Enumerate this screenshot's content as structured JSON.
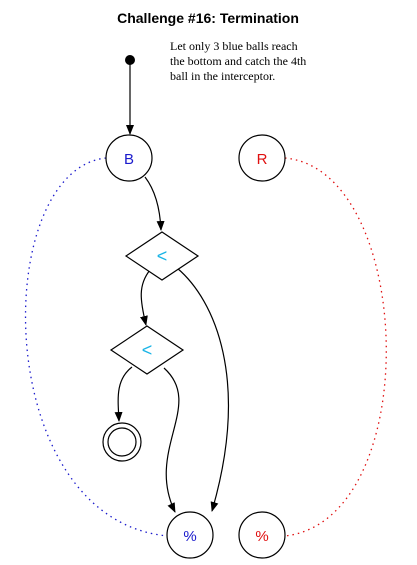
{
  "title": "Challenge #16: Termination",
  "note": {
    "lines": [
      "Let only 3 blue balls reach",
      "the bottom and catch the 4th",
      "ball in the interceptor."
    ]
  },
  "nodes": {
    "start": {
      "shape": "dot"
    },
    "blue_source": {
      "label": "B",
      "shape": "circle",
      "color": "#1a1acc"
    },
    "red_source": {
      "label": "R",
      "shape": "circle",
      "color": "#e01010"
    },
    "comparator_1": {
      "label": "<",
      "shape": "diamond",
      "color": "#19b4e6"
    },
    "comparator_2": {
      "label": "<",
      "shape": "diamond",
      "color": "#19b4e6"
    },
    "interceptor": {
      "shape": "double-circle"
    },
    "blue_sink": {
      "label": "%",
      "shape": "circle",
      "color": "#1a1acc"
    },
    "red_sink": {
      "label": "%",
      "shape": "circle",
      "color": "#e01010"
    }
  },
  "edges": [
    {
      "from": "start",
      "to": "blue_source",
      "style": "solid-arrow"
    },
    {
      "from": "blue_source",
      "to": "comparator_1",
      "style": "solid-arrow"
    },
    {
      "from": "comparator_1",
      "to": "comparator_2",
      "style": "solid-arrow"
    },
    {
      "from": "comparator_1",
      "to": "blue_sink",
      "style": "solid-arrow"
    },
    {
      "from": "comparator_2",
      "to": "interceptor",
      "style": "solid-arrow"
    },
    {
      "from": "comparator_2",
      "to": "blue_sink",
      "style": "solid-arrow"
    },
    {
      "from": "blue_source",
      "to": "blue_sink",
      "style": "dotted",
      "color": "#1a1acc"
    },
    {
      "from": "red_source",
      "to": "red_sink",
      "style": "dotted",
      "color": "#e01010"
    }
  ],
  "colors": {
    "line": "#000000",
    "blue": "#1a1acc",
    "red": "#e01010",
    "cyan": "#19b4e6"
  }
}
